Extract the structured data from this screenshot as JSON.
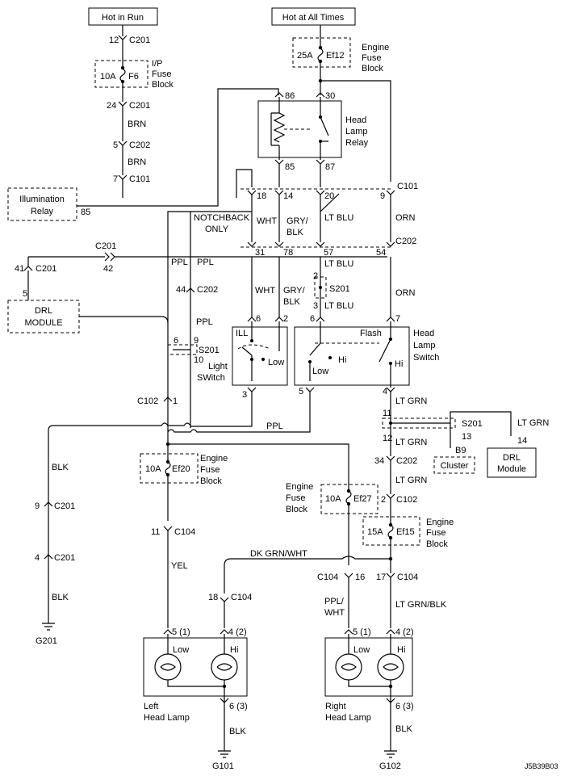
{
  "sources": {
    "hot_in_run": "Hot in Run",
    "hot_at_all_times": "Hot at All Times"
  },
  "fuses": {
    "f6_rating": "10A",
    "f6_name": "F6",
    "ef12_rating": "25A",
    "ef12_name": "Ef12",
    "ef20_rating": "10A",
    "ef20_name": "Ef20",
    "ef27_rating": "10A",
    "ef27_name": "Ef27",
    "ef15_rating": "15A",
    "ef15_name": "Ef15"
  },
  "labels": {
    "ip_fuse_block": [
      "I/P",
      "Fuse",
      "Block"
    ],
    "engine_fuse_block": [
      "Engine",
      "Fuse",
      "Block"
    ],
    "head_lamp_relay": [
      "Head",
      "Lamp",
      "Relay"
    ],
    "illumination_relay": [
      "Illumination",
      "Relay"
    ],
    "drl_module_left": [
      "DRL",
      "MODULE"
    ],
    "drl_module_right": [
      "DRL",
      "Module"
    ],
    "notchback": [
      "NOTCHBACK",
      "ONLY"
    ],
    "light_switch": [
      "Light",
      "SWitch"
    ],
    "head_lamp_switch": [
      "Head",
      "Lamp",
      "Switch"
    ],
    "cluster": "Cluster",
    "left_head_lamp": [
      "Left",
      "Head Lamp"
    ],
    "right_head_lamp": [
      "Right",
      "Head Lamp"
    ],
    "ill": "ILL",
    "low": "Low",
    "hi": "Hi",
    "flash": "Flash",
    "diagram_id": "J5B39B03"
  },
  "connectors": {
    "c201": "C201",
    "c202": "C202",
    "c101": "C101",
    "c102": "C102",
    "c104": "C104",
    "s201": "S201",
    "b9": "B9",
    "g201": "G201",
    "g101": "G101",
    "g102": "G102"
  },
  "wires": {
    "brn": "BRN",
    "wht": "WHT",
    "gry_blk": [
      "GRY/",
      "BLK"
    ],
    "lt_blu": "LT BLU",
    "orn": "ORN",
    "ppl": "PPL",
    "lt_grn": "LT GRN",
    "blk": "BLK",
    "yel": "YEL",
    "dk_grn_wht": "DK GRN/WHT",
    "ppl_wht": [
      "PPL/",
      "WHT"
    ],
    "lt_grn_blk": "LT GRN/BLK"
  },
  "pins": {
    "p12": "12",
    "p24": "24",
    "p5": "5",
    "p7": "7",
    "p86": "86",
    "p30": "30",
    "p85": "85",
    "p87": "87",
    "p18": "18",
    "p14": "14",
    "p20": "20",
    "p9": "9",
    "p31": "31",
    "p78": "78",
    "p57": "57",
    "p54": "54",
    "p41": "41",
    "p42": "42",
    "p44": "44",
    "p6": "6",
    "p2": "2",
    "p3": "3",
    "p10": "10",
    "p4": "4",
    "p1": "1",
    "p11": "11",
    "p13": "13",
    "p34": "34",
    "p16": "16",
    "p17": "17",
    "p5_1": "5 (1)",
    "p4_2": "4 (2)",
    "p6_3": "6 (3)"
  }
}
